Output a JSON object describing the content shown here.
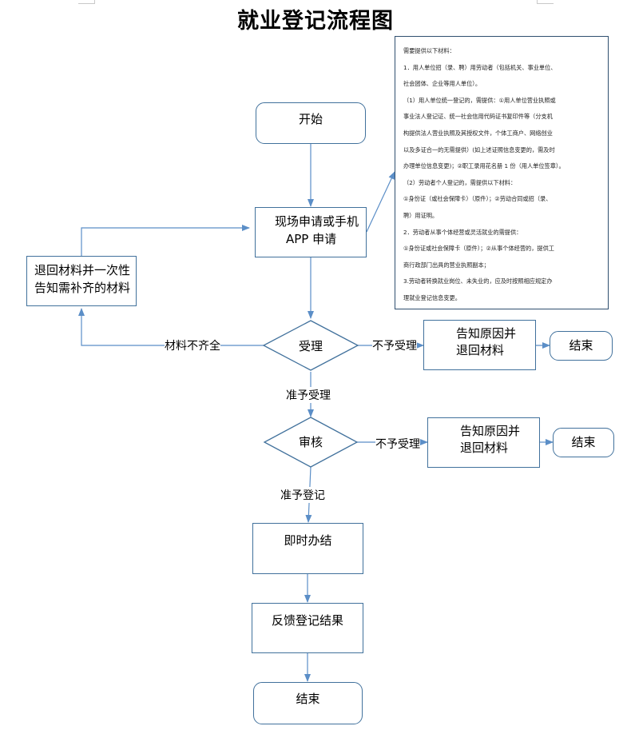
{
  "title": "就业登记流程图",
  "nodes": {
    "start": "开始",
    "apply": [
      "现场申请或手机",
      "APP 申请"
    ],
    "return_materials": [
      "退回材料并一次性",
      "告知需补齐的材料"
    ],
    "accept": "受理",
    "notify_reject_1": [
      "告知原因并",
      "退回材料"
    ],
    "end_1": "结束",
    "review": "审核",
    "notify_reject_2": [
      "告知原因并",
      "退回材料"
    ],
    "end_2": "结束",
    "instant": "即时办结",
    "feedback": "反馈登记结果",
    "end_final": "结束"
  },
  "edge_labels": {
    "incomplete": "材料不齐全",
    "reject_1": "不予受理",
    "approve_accept": "准予受理",
    "reject_2": "不予受理",
    "approve_register": "准予登记"
  },
  "note_lines": [
    "需要提供以下材料：",
    "1．用人单位招（录、聘）用劳动者（包括机关、事业单位、",
    "社会团体、企业等用人单位）。",
    "（1）用人单位统一登记的，需提供：①用人单位营业执照或",
    "事业法人登记证、统一社会信用代码证书复印件等（分支机",
    "构提供法人营业执照及其授权文件，个体工商户、网络创业",
    "以及多证合一的无需提供）(如上述证照信息变更的，需及时",
    "办理单位信息变更)；②职工录用花名册 1 份（用人单位签章）。",
    "（2）劳动者个人登记的，需提供以下材料：",
    "①身份证（或社会保障卡）（原件）；②劳动合同或招（录、",
    "聘）用证明。",
    "2．劳动者从事个体经营或灵活就业的需提供：",
    "①身份证或社会保障卡（原件）；②从事个体经营的，提供工",
    "商行政部门出具的营业执照副本；",
    "3.劳动者转换就业岗位、未失业的，应及时按照相应规定办",
    "理就业登记信息变更。"
  ]
}
